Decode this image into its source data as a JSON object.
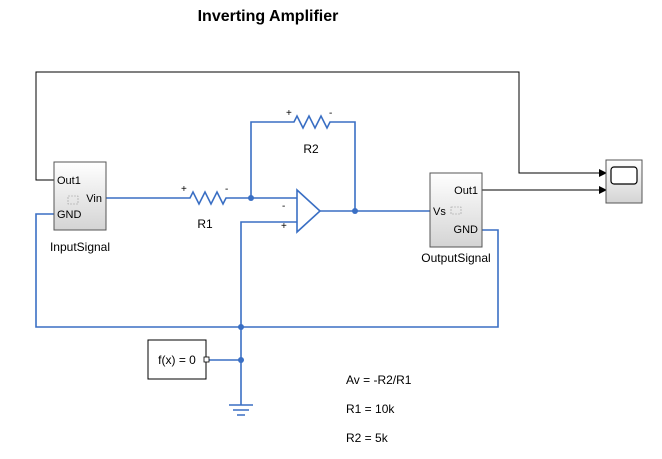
{
  "title": "Inverting Amplifier",
  "blocks": {
    "input_signal": {
      "name": "InputSignal",
      "ports": {
        "out1": "Out1",
        "vin": "Vin",
        "gnd": "GND"
      }
    },
    "output_signal": {
      "name": "OutputSignal",
      "ports": {
        "out1": "Out1",
        "vs": "Vs",
        "gnd": "GND"
      }
    },
    "r1": {
      "name": "R1",
      "plus": "+",
      "minus": "-"
    },
    "r2": {
      "name": "R2",
      "plus": "+",
      "minus": "-"
    },
    "opamp": {
      "minus": "-",
      "plus": "+"
    },
    "solver": {
      "label": "f(x) = 0"
    }
  },
  "annotations": {
    "gain": "Av = -R2/R1",
    "r1_value": "R1 = 10k",
    "r2_value": "R2 = 5k"
  },
  "colors": {
    "physical_line": "#3a6fc4",
    "signal_line": "#000000"
  }
}
